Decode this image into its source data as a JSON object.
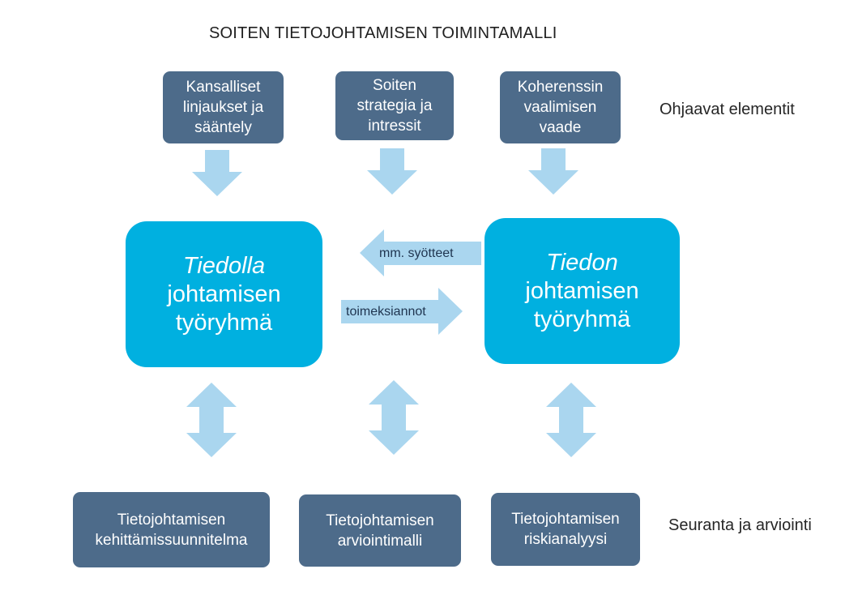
{
  "title": "SOITEN TIETOJOHTAMISEN TOIMINTAMALLI",
  "side_labels": {
    "top": "Ohjaavat elementit",
    "bottom": "Seuranta ja arviointi"
  },
  "top_boxes": [
    {
      "text": "Kansalliset\nlinjaukset ja\nsääntely"
    },
    {
      "text": "Soiten\nstrategia ja\nintressit"
    },
    {
      "text": "Koherenssin\nvaalimisen\nvaade"
    }
  ],
  "center_boxes": {
    "left": {
      "line1": "Tiedolla",
      "line2": "johtamisen",
      "line3": "työryhmä"
    },
    "right": {
      "line1": "Tiedon",
      "line2": "johtamisen",
      "line3": "työryhmä"
    }
  },
  "arrow_labels": {
    "left_arrow": "mm. syötteet",
    "right_arrow": "toimeksiannot"
  },
  "bottom_boxes": [
    {
      "text": "Tietojohtamisen\nkehittämissuunnitelma"
    },
    {
      "text": "Tietojohtamisen\narviointimalli"
    },
    {
      "text": "Tietojohtamisen\nriskianalyysi"
    }
  ],
  "colors": {
    "dark_box": "#4d6b8a",
    "center_box": "#00b0e0",
    "arrow": "#aad6ef"
  }
}
